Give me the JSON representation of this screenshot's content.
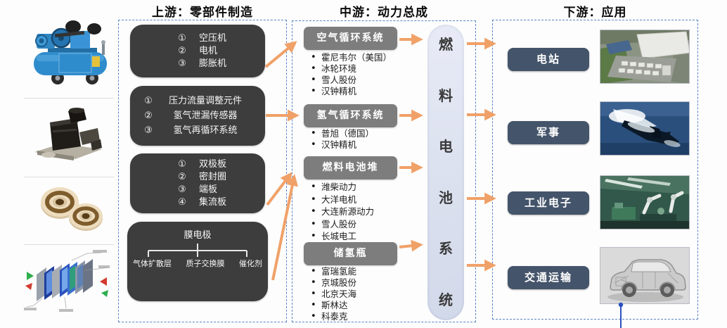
{
  "headers": {
    "upstream": "上游：零部件制造",
    "midstream": "中游：动力总成",
    "downstream": "下游：应用"
  },
  "core": {
    "label": "燃料电池系统",
    "chars": [
      "燃",
      "料",
      "电",
      "池",
      "系",
      "统"
    ]
  },
  "upstream": {
    "component_boxes": [
      {
        "items": [
          {
            "num": "①",
            "label": "空压机"
          },
          {
            "num": "②",
            "label": "电机"
          },
          {
            "num": "③",
            "label": "膨胀机"
          }
        ]
      },
      {
        "items": [
          {
            "num": "①",
            "label": "压力流量调整元件"
          },
          {
            "num": "②",
            "label": "氢气泄漏传感器"
          },
          {
            "num": "③",
            "label": "氢气再循环系统"
          }
        ]
      },
      {
        "items": [
          {
            "num": "①",
            "label": "双极板"
          },
          {
            "num": "②",
            "label": "密封圈"
          },
          {
            "num": "③",
            "label": "端板"
          },
          {
            "num": "④",
            "label": "集流板"
          }
        ]
      },
      {
        "tree": {
          "root": "膜电极",
          "children": [
            "气体扩散层",
            "质子交换膜",
            "催化剂"
          ]
        }
      }
    ],
    "images": [
      "air-compressor",
      "hydrogen-recirculation-pump",
      "sealing-rings",
      "membrane-electrode-assembly"
    ]
  },
  "midstream": {
    "groups": [
      {
        "title": "空气循环系统",
        "companies": [
          "霍尼韦尔（美国）",
          "冰轮环境",
          "雪人股份",
          "汉钟精机"
        ]
      },
      {
        "title": "氢气循环系统",
        "companies": [
          "普旭（德国）",
          "汉钟精机"
        ]
      },
      {
        "title": "燃料电池堆",
        "companies": [
          "潍柴动力",
          "大洋电机",
          "大连新源动力",
          "雪人股份",
          "长城电工"
        ]
      },
      {
        "title": "储氢瓶",
        "companies": [
          "富瑞氢能",
          "京城股份",
          "北京天海",
          "斯林达",
          "科泰克"
        ]
      }
    ]
  },
  "downstream": {
    "apps": [
      {
        "label": "电站",
        "image": "power-station-photo"
      },
      {
        "label": "军事",
        "image": "submarine-photo"
      },
      {
        "label": "工业电子",
        "image": "industrial-robots-photo"
      },
      {
        "label": "交通运输",
        "image": "fuel-cell-car-photo"
      }
    ]
  },
  "colors": {
    "dashed_border": "#5b84c6",
    "dark_box": "#3d3d3d",
    "gray_box": "#7d7d7d",
    "capsule_bg": "#dde2f0",
    "app_button": "#44546a",
    "arrow": "#f0a168",
    "pin": "#2a52be"
  }
}
